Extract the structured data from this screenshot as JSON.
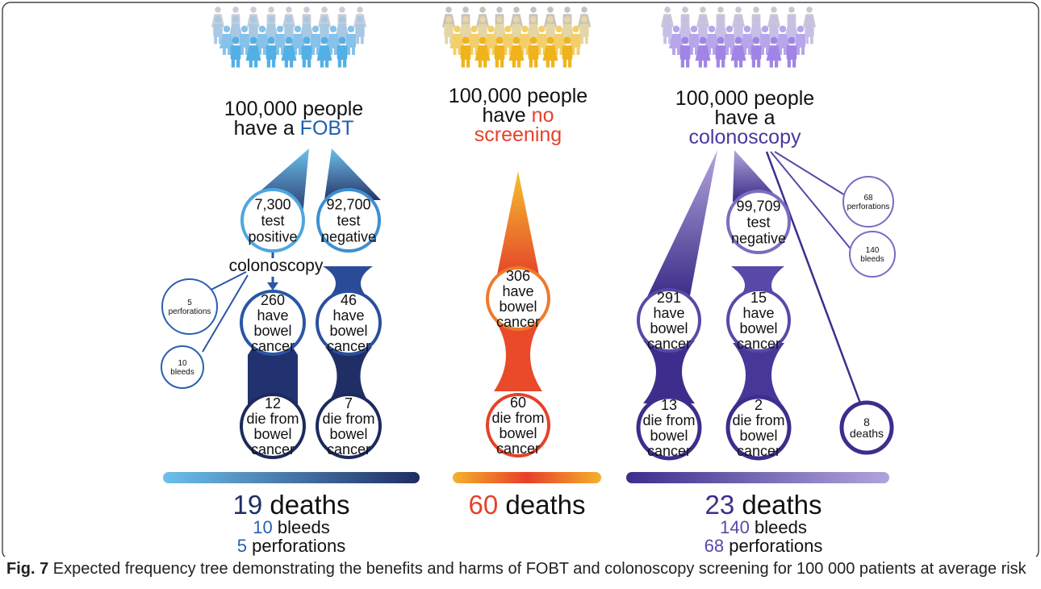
{
  "colors": {
    "fobt_light": "#5fb6e6",
    "fobt_dark": "#1f2f66",
    "noscreen_light": "#f2b630",
    "noscreen_dark": "#e5422a",
    "colon_light": "#a99ad6",
    "colon_dark": "#3e2d8c"
  },
  "branches": {
    "fobt": {
      "header_line1": "100,000 people",
      "header_pre": "have a ",
      "header_hl": "FOBT",
      "hl_color": "#1f5fb0",
      "node_pos": [
        "7,300",
        "test",
        "positive"
      ],
      "node_neg": [
        "92,700",
        "test",
        "negative"
      ],
      "colonoscopy_label": "colonoscopy",
      "perforations_node": [
        "5",
        "perforations"
      ],
      "bleeds_node": [
        "10",
        "bleeds"
      ],
      "cancer_left": [
        "260",
        "have",
        "bowel",
        "cancer"
      ],
      "cancer_right": [
        "46",
        "have",
        "bowel",
        "cancer"
      ],
      "death_left": [
        "12",
        "die from",
        "bowel",
        "cancer"
      ],
      "death_right": [
        "7",
        "die from",
        "bowel",
        "cancer"
      ],
      "summary_number": "19",
      "summary_word": "deaths",
      "summary_bleeds_num": "10",
      "summary_bleeds_word": "bleeds",
      "summary_perf_num": "5",
      "summary_perf_word": "perforations"
    },
    "noscreen": {
      "header_line1": "100,000 people",
      "header_pre": "have ",
      "header_hl1": "no",
      "header_hl2": "screening",
      "hl_color": "#e5422a",
      "cancer": [
        "306",
        "have",
        "bowel",
        "cancer"
      ],
      "death": [
        "60",
        "die from",
        "bowel",
        "cancer"
      ],
      "summary_number": "60",
      "summary_word": "deaths"
    },
    "colon": {
      "header_line1": "100,000 people",
      "header_line2": "have a",
      "header_hl": "colonoscopy",
      "hl_color": "#4a38a0",
      "node_neg": [
        "99,709",
        "test",
        "negative"
      ],
      "perforations_node": [
        "68",
        "perforations"
      ],
      "bleeds_node": [
        "140",
        "bleeds"
      ],
      "cancer_left": [
        "291",
        "have",
        "bowel",
        "cancer"
      ],
      "cancer_right": [
        "15",
        "have",
        "bowel",
        "cancer"
      ],
      "death_left": [
        "13",
        "die from",
        "bowel",
        "cancer"
      ],
      "death_right": [
        "2",
        "die from",
        "bowel",
        "cancer"
      ],
      "deaths_node": [
        "8",
        "deaths"
      ],
      "summary_number": "23",
      "summary_word": "deaths",
      "summary_bleeds_num": "140",
      "summary_bleeds_word": "bleeds",
      "summary_perf_num": "68",
      "summary_perf_word": "perforations"
    }
  },
  "caption": {
    "label": "Fig. 7",
    "text": "Expected frequency tree demonstrating the benefits and harms of FOBT and colonoscopy screening for 100 000 patients at average risk"
  }
}
